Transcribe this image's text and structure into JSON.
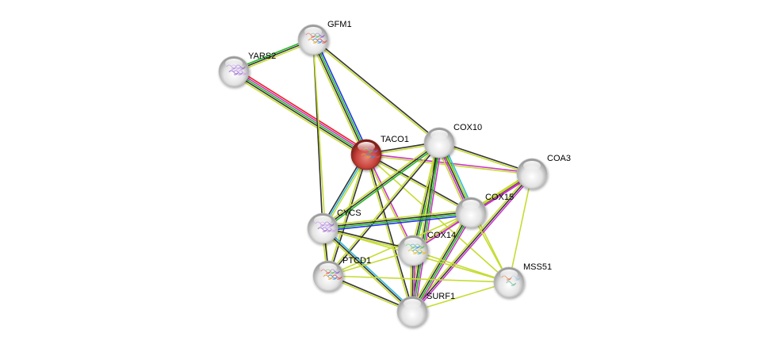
{
  "title": "Protein interaction network",
  "query_node": "TACO1",
  "colors": {
    "query_node": "#c8443c",
    "node": "#e6e6e6",
    "edge_textmining": "#c6dc32",
    "edge_coexpression": "#333333",
    "edge_experiments": "#cc33cc",
    "edge_database": "#33bbdd",
    "edge_neighborhood": "#22bb22",
    "edge_fusion": "#ee2222",
    "edge_cooccurrence": "#2233ee"
  },
  "nodes": [
    {
      "id": "GFM1",
      "label": "GFM1",
      "structure": "protein-structure-rainbow",
      "query": false
    },
    {
      "id": "YARS2",
      "label": "YARS2",
      "structure": "protein-structure-purple",
      "query": false
    },
    {
      "id": "TACO1",
      "label": "TACO1",
      "structure": "protein-structure-rainbow",
      "query": true
    },
    {
      "id": "COX10",
      "label": "COX10",
      "structure": "none",
      "query": false
    },
    {
      "id": "COA3",
      "label": "COA3",
      "structure": "none",
      "query": false
    },
    {
      "id": "COX15",
      "label": "COX15",
      "structure": "none",
      "query": false
    },
    {
      "id": "CYCS",
      "label": "CYCS",
      "structure": "protein-structure-purple",
      "query": false
    },
    {
      "id": "COX14",
      "label": "COX14",
      "structure": "protein-structure-helix",
      "query": false
    },
    {
      "id": "PTCD1",
      "label": "PTCD1",
      "structure": "protein-structure-rainbow",
      "query": false
    },
    {
      "id": "MSS51",
      "label": "MSS51",
      "structure": "protein-structure-small",
      "query": false
    },
    {
      "id": "SURF1",
      "label": "SURF1",
      "structure": "none",
      "query": false
    }
  ],
  "edges": [
    {
      "a": "YARS2",
      "b": "GFM1",
      "types": [
        "neighborhood",
        "coexpression",
        "textmining"
      ]
    },
    {
      "a": "YARS2",
      "b": "TACO1",
      "types": [
        "fusion",
        "experiments",
        "neighborhood",
        "coexpression",
        "textmining"
      ]
    },
    {
      "a": "GFM1",
      "b": "TACO1",
      "types": [
        "cooccurrence",
        "neighborhood",
        "coexpression",
        "textmining"
      ]
    },
    {
      "a": "GFM1",
      "b": "COX10",
      "types": [
        "coexpression",
        "textmining"
      ]
    },
    {
      "a": "GFM1",
      "b": "CYCS",
      "types": [
        "coexpression"
      ]
    },
    {
      "a": "GFM1",
      "b": "PTCD1",
      "types": [
        "textmining"
      ]
    },
    {
      "a": "TACO1",
      "b": "COX10",
      "types": [
        "coexpression",
        "textmining"
      ]
    },
    {
      "a": "TACO1",
      "b": "COA3",
      "types": [
        "experiments",
        "textmining"
      ]
    },
    {
      "a": "TACO1",
      "b": "COX15",
      "types": [
        "coexpression",
        "textmining"
      ]
    },
    {
      "a": "TACO1",
      "b": "CYCS",
      "types": [
        "textmining",
        "database",
        "coexpression"
      ]
    },
    {
      "a": "TACO1",
      "b": "COX14",
      "types": [
        "experiments",
        "textmining"
      ]
    },
    {
      "a": "TACO1",
      "b": "PTCD1",
      "types": [
        "coexpression",
        "textmining"
      ]
    },
    {
      "a": "TACO1",
      "b": "SURF1",
      "types": [
        "coexpression",
        "textmining"
      ]
    },
    {
      "a": "TACO1",
      "b": "MSS51",
      "types": [
        "textmining"
      ]
    },
    {
      "a": "COX10",
      "b": "COA3",
      "types": [
        "coexpression",
        "textmining"
      ]
    },
    {
      "a": "COX10",
      "b": "COX15",
      "types": [
        "database",
        "neighborhood",
        "coexpression",
        "experiments",
        "textmining"
      ]
    },
    {
      "a": "COX10",
      "b": "CYCS",
      "types": [
        "neighborhood",
        "coexpression",
        "textmining"
      ]
    },
    {
      "a": "COX10",
      "b": "COX14",
      "types": [
        "neighborhood",
        "coexpression",
        "textmining"
      ]
    },
    {
      "a": "COX10",
      "b": "SURF1",
      "types": [
        "experiments",
        "neighborhood",
        "coexpression",
        "textmining"
      ]
    },
    {
      "a": "COX10",
      "b": "PTCD1",
      "types": [
        "coexpression",
        "textmining"
      ]
    },
    {
      "a": "COX10",
      "b": "MSS51",
      "types": [
        "textmining"
      ]
    },
    {
      "a": "COA3",
      "b": "COX15",
      "types": [
        "experiments",
        "coexpression",
        "textmining"
      ]
    },
    {
      "a": "COA3",
      "b": "COX14",
      "types": [
        "experiments",
        "textmining"
      ]
    },
    {
      "a": "COA3",
      "b": "SURF1",
      "types": [
        "experiments",
        "coexpression",
        "textmining"
      ]
    },
    {
      "a": "COA3",
      "b": "MSS51",
      "types": [
        "textmining"
      ]
    },
    {
      "a": "COX15",
      "b": "CYCS",
      "types": [
        "cooccurrence",
        "neighborhood",
        "coexpression",
        "textmining"
      ]
    },
    {
      "a": "COX15",
      "b": "COX14",
      "types": [
        "experiments",
        "textmining"
      ]
    },
    {
      "a": "COX15",
      "b": "SURF1",
      "types": [
        "experiments",
        "neighborhood",
        "coexpression",
        "textmining"
      ]
    },
    {
      "a": "COX15",
      "b": "PTCD1",
      "types": [
        "textmining"
      ]
    },
    {
      "a": "COX15",
      "b": "MSS51",
      "types": [
        "textmining"
      ]
    },
    {
      "a": "CYCS",
      "b": "COX14",
      "types": [
        "coexpression",
        "textmining"
      ]
    },
    {
      "a": "CYCS",
      "b": "PTCD1",
      "types": [
        "coexpression",
        "textmining"
      ]
    },
    {
      "a": "CYCS",
      "b": "SURF1",
      "types": [
        "database",
        "coexpression",
        "textmining"
      ]
    },
    {
      "a": "CYCS",
      "b": "MSS51",
      "types": [
        "textmining"
      ]
    },
    {
      "a": "COX14",
      "b": "SURF1",
      "types": [
        "experiments",
        "coexpression",
        "textmining"
      ]
    },
    {
      "a": "COX14",
      "b": "PTCD1",
      "types": [
        "textmining"
      ]
    },
    {
      "a": "COX14",
      "b": "MSS51",
      "types": [
        "textmining"
      ]
    },
    {
      "a": "PTCD1",
      "b": "SURF1",
      "types": [
        "coexpression",
        "textmining"
      ]
    },
    {
      "a": "PTCD1",
      "b": "MSS51",
      "types": [
        "textmining"
      ]
    },
    {
      "a": "SURF1",
      "b": "MSS51",
      "types": [
        "textmining"
      ]
    }
  ]
}
